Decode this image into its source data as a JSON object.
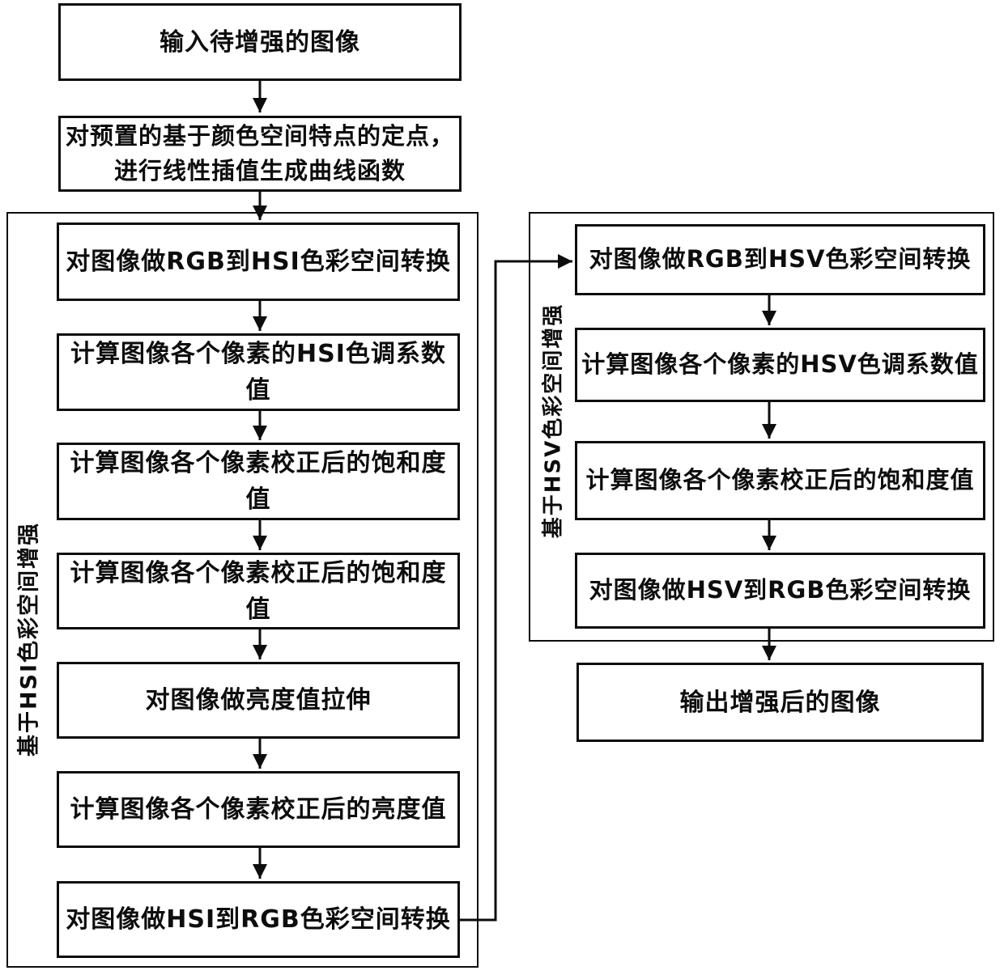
{
  "colors": {
    "line": "#0d0d0d",
    "background": "#ffffff"
  },
  "flow": {
    "top": {
      "input": "输入待增强的图像",
      "interpolation_line1": "对预置的基于颜色空间特点的定点，",
      "interpolation_line2": "进行线性插值生成曲线函数"
    },
    "hsi": {
      "group_label": "基于HSI色彩空间增强",
      "steps": [
        "对图像做RGB到HSI色彩空间转换",
        "计算图像各个像素的HSI色调系数值",
        "计算图像各个像素校正后的饱和度值",
        "计算图像各个像素校正后的饱和度值",
        "对图像做亮度值拉伸",
        "计算图像各个像素校正后的亮度值",
        "对图像做HSI到RGB色彩空间转换"
      ]
    },
    "hsv": {
      "group_label": "基于HSV色彩空间增强",
      "steps": [
        "对图像做RGB到HSV色彩空间转换",
        "计算图像各个像素的HSV色调系数值",
        "计算图像各个像素校正后的饱和度值",
        "对图像做HSV到RGB色彩空间转换"
      ]
    },
    "output": "输出增强后的图像"
  }
}
